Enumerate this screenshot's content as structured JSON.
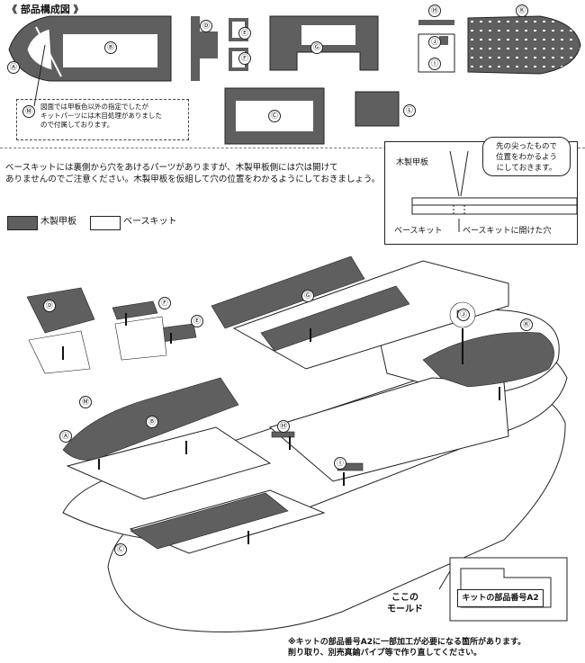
{
  "header": {
    "title": "《 部品構成図 》"
  },
  "parts": {
    "labels": [
      "Ⓐ",
      "Ⓑ",
      "Ⓒ",
      "Ⓓ",
      "Ⓔ",
      "Ⓕ",
      "Ⓖ",
      "Ⓗ",
      "Ⓘ",
      "Ⓙ",
      "Ⓚ",
      "Ⓛ",
      "Ⓜ"
    ]
  },
  "note": {
    "label": "Ⓜ",
    "text": "図面では甲板色以外の指定でしたが\nキットパーツには木目処理がありました\nので付属しております。"
  },
  "explanation": {
    "text": "ベースキットには裏側から穴をあけるパーツがありますが、木製甲板側には穴は開けて\nありませんのでご注意ください。木製甲板を仮組して穴の位置をわかるようにしておきましょう。"
  },
  "legend": {
    "wood": "木製甲板",
    "base": "ベースキット"
  },
  "inset": {
    "bubble": "先の尖ったもので\n位置をわかるよう\nにしておきます。",
    "wood_label": "木製甲板",
    "base_label": "ベースキット",
    "hole_label": "ベースキットに開けた穴"
  },
  "mold": {
    "label_left": "ここの\nモールド",
    "label_box": "キットの部品番号A2"
  },
  "footnote": {
    "text": "※キットの部品番号A2に一部加工が必要になる箇所があります。\n削り取り、別売真鍮パイプ等で作り直してください。"
  },
  "colors": {
    "wood": "#5f5f5f",
    "line": "#222222",
    "base": "#ffffff"
  }
}
